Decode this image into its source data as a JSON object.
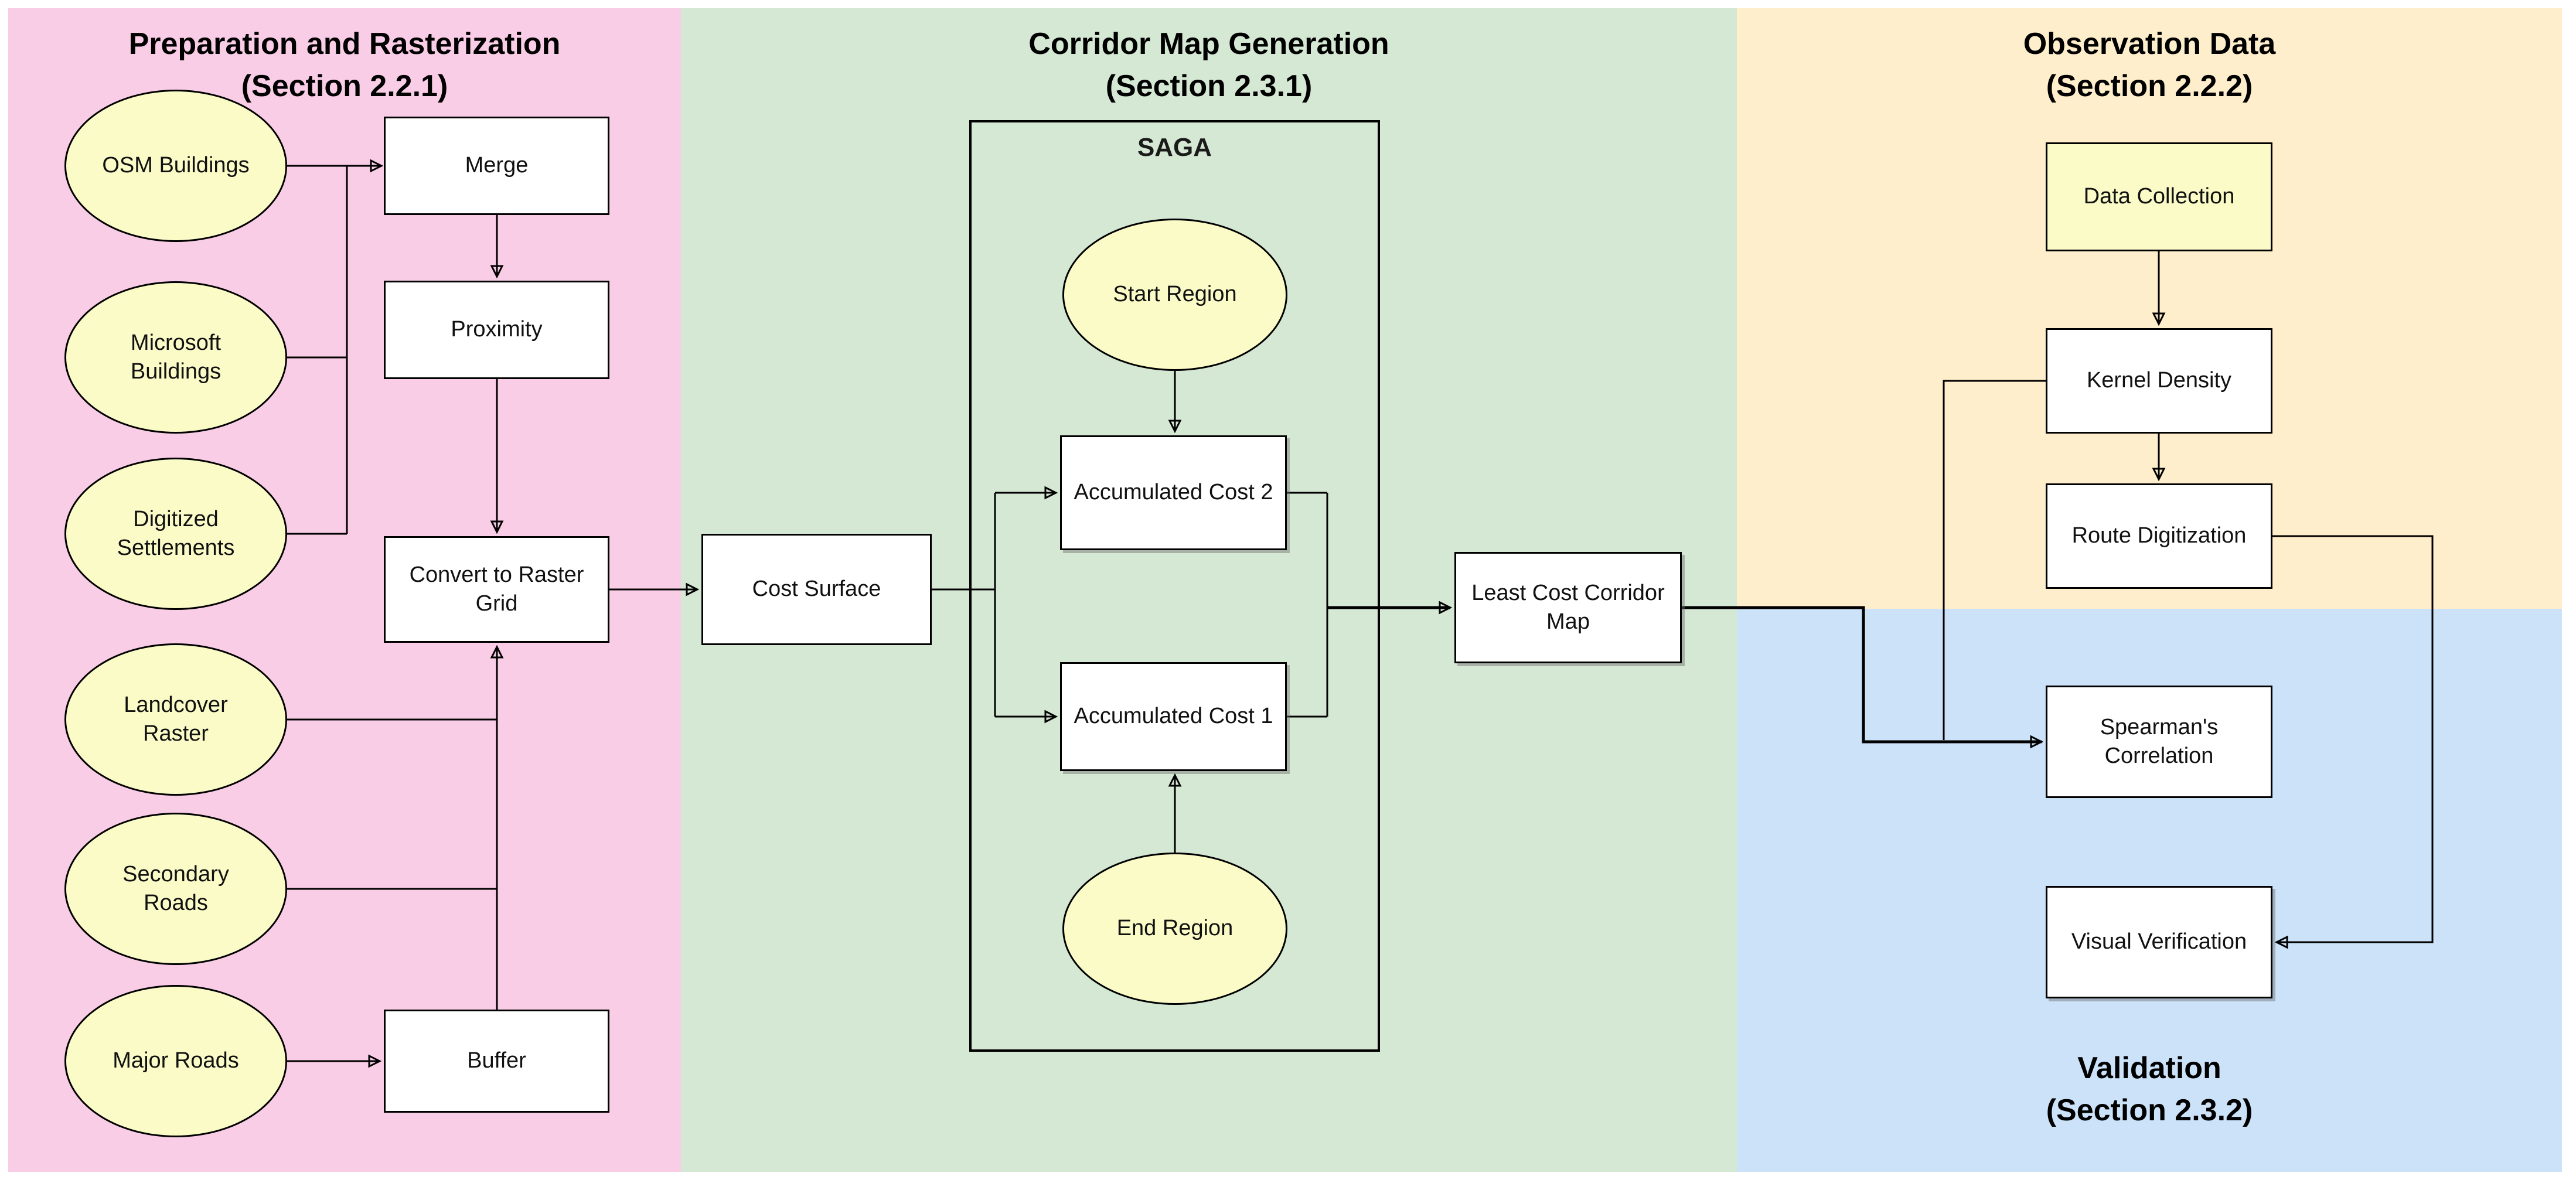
{
  "diagram": {
    "kind": "flowchart",
    "regions": {
      "preparation": {
        "title": "Preparation and Rasterization",
        "subtitle": "(Section 2.2.1)",
        "color": "#f9cde6"
      },
      "corridor": {
        "title": "Corridor Map Generation",
        "subtitle": "(Section 2.3.1)",
        "color": "#d5e8d4"
      },
      "observation": {
        "title": "Observation Data",
        "subtitle": "(Section 2.2.2)",
        "color": "#ffeecb"
      },
      "validation": {
        "title": "Validation",
        "subtitle": "(Section 2.3.2)",
        "color": "#cbe2f9"
      }
    },
    "containers": {
      "saga": {
        "label": "SAGA"
      }
    },
    "nodes": {
      "osm_buildings": {
        "label": "OSM Buildings",
        "shape": "ellipse",
        "fill": "#fbfbc8",
        "region": "preparation"
      },
      "microsoft_buildings": {
        "label": "Microsoft Buildings",
        "shape": "ellipse",
        "fill": "#fbfbc8",
        "region": "preparation"
      },
      "digitized_settlements": {
        "label": "Digitized Settlements",
        "shape": "ellipse",
        "fill": "#fbfbc8",
        "region": "preparation"
      },
      "landcover_raster": {
        "label": "Landcover Raster",
        "shape": "ellipse",
        "fill": "#fbfbc8",
        "region": "preparation"
      },
      "secondary_roads": {
        "label": "Secondary Roads",
        "shape": "ellipse",
        "fill": "#fbfbc8",
        "region": "preparation"
      },
      "major_roads": {
        "label": "Major Roads",
        "shape": "ellipse",
        "fill": "#fbfbc8",
        "region": "preparation"
      },
      "merge": {
        "label": "Merge",
        "shape": "rect",
        "fill": "#ffffff",
        "region": "preparation"
      },
      "proximity": {
        "label": "Proximity",
        "shape": "rect",
        "fill": "#ffffff",
        "region": "preparation"
      },
      "convert_to_raster_grid": {
        "label": "Convert to Raster Grid",
        "shape": "rect",
        "fill": "#ffffff",
        "region": "preparation"
      },
      "buffer": {
        "label": "Buffer",
        "shape": "rect",
        "fill": "#ffffff",
        "region": "preparation"
      },
      "cost_surface": {
        "label": "Cost Surface",
        "shape": "rect",
        "fill": "#ffffff",
        "region": "corridor"
      },
      "start_region": {
        "label": "Start Region",
        "shape": "ellipse",
        "fill": "#fbfbc8",
        "region": "corridor",
        "container": "saga"
      },
      "end_region": {
        "label": "End Region",
        "shape": "ellipse",
        "fill": "#fbfbc8",
        "region": "corridor",
        "container": "saga"
      },
      "accumulated_cost_2": {
        "label": "Accumulated Cost 2",
        "shape": "rect",
        "fill": "#ffffff",
        "region": "corridor",
        "container": "saga"
      },
      "accumulated_cost_1": {
        "label": "Accumulated Cost 1",
        "shape": "rect",
        "fill": "#ffffff",
        "region": "corridor",
        "container": "saga"
      },
      "least_cost_corridor_map": {
        "label": "Least Cost Corridor Map",
        "shape": "rect",
        "fill": "#ffffff",
        "region": "corridor"
      },
      "data_collection": {
        "label": "Data Collection",
        "shape": "rect",
        "fill": "#fbfbc8",
        "region": "observation"
      },
      "kernel_density": {
        "label": "Kernel Density",
        "shape": "rect",
        "fill": "#ffffff",
        "region": "observation"
      },
      "route_digitization": {
        "label": "Route Digitization",
        "shape": "rect",
        "fill": "#ffffff",
        "region": "observation"
      },
      "spearmans_correlation": {
        "label": "Spearman's Correlation",
        "shape": "rect",
        "fill": "#ffffff",
        "region": "validation"
      },
      "visual_verification": {
        "label": "Visual Verification",
        "shape": "rect",
        "fill": "#ffffff",
        "region": "validation"
      }
    },
    "edges": [
      {
        "from": "osm_buildings",
        "to": "merge",
        "arrow": true
      },
      {
        "from": "microsoft_buildings",
        "to": "merge",
        "arrow": true,
        "via": "shared trunk"
      },
      {
        "from": "digitized_settlements",
        "to": "merge",
        "arrow": true,
        "via": "shared trunk"
      },
      {
        "from": "merge",
        "to": "proximity",
        "arrow": true
      },
      {
        "from": "proximity",
        "to": "convert_to_raster_grid",
        "arrow": true
      },
      {
        "from": "landcover_raster",
        "to": "convert_to_raster_grid",
        "arrow": true,
        "via": "shared trunk"
      },
      {
        "from": "secondary_roads",
        "to": "convert_to_raster_grid",
        "arrow": true,
        "via": "shared trunk"
      },
      {
        "from": "major_roads",
        "to": "buffer",
        "arrow": true
      },
      {
        "from": "buffer",
        "to": "convert_to_raster_grid",
        "arrow": true
      },
      {
        "from": "convert_to_raster_grid",
        "to": "cost_surface",
        "arrow": true
      },
      {
        "from": "cost_surface",
        "to": "accumulated_cost_2",
        "arrow": true
      },
      {
        "from": "cost_surface",
        "to": "accumulated_cost_1",
        "arrow": true
      },
      {
        "from": "start_region",
        "to": "accumulated_cost_2",
        "arrow": true
      },
      {
        "from": "end_region",
        "to": "accumulated_cost_1",
        "arrow": true
      },
      {
        "from": "accumulated_cost_2",
        "to": "least_cost_corridor_map",
        "arrow": true,
        "via": "shared trunk"
      },
      {
        "from": "accumulated_cost_1",
        "to": "least_cost_corridor_map",
        "arrow": true,
        "via": "shared trunk"
      },
      {
        "from": "least_cost_corridor_map",
        "to": "spearmans_correlation",
        "arrow": true
      },
      {
        "from": "kernel_density",
        "to": "spearmans_correlation",
        "arrow": true,
        "via": "joins least-cost line"
      },
      {
        "from": "data_collection",
        "to": "kernel_density",
        "arrow": true
      },
      {
        "from": "kernel_density",
        "to": "route_digitization",
        "arrow": true
      },
      {
        "from": "route_digitization",
        "to": "visual_verification",
        "arrow": true
      }
    ],
    "colors": {
      "region_pink": "#f9cde6",
      "region_green": "#d5e8d4",
      "region_orange": "#ffeecb",
      "region_blue": "#cbe2f9",
      "node_yellow": "#fbfbc8",
      "node_white": "#ffffff",
      "edge_black": "#000000",
      "page_background": "#ffffff"
    }
  }
}
